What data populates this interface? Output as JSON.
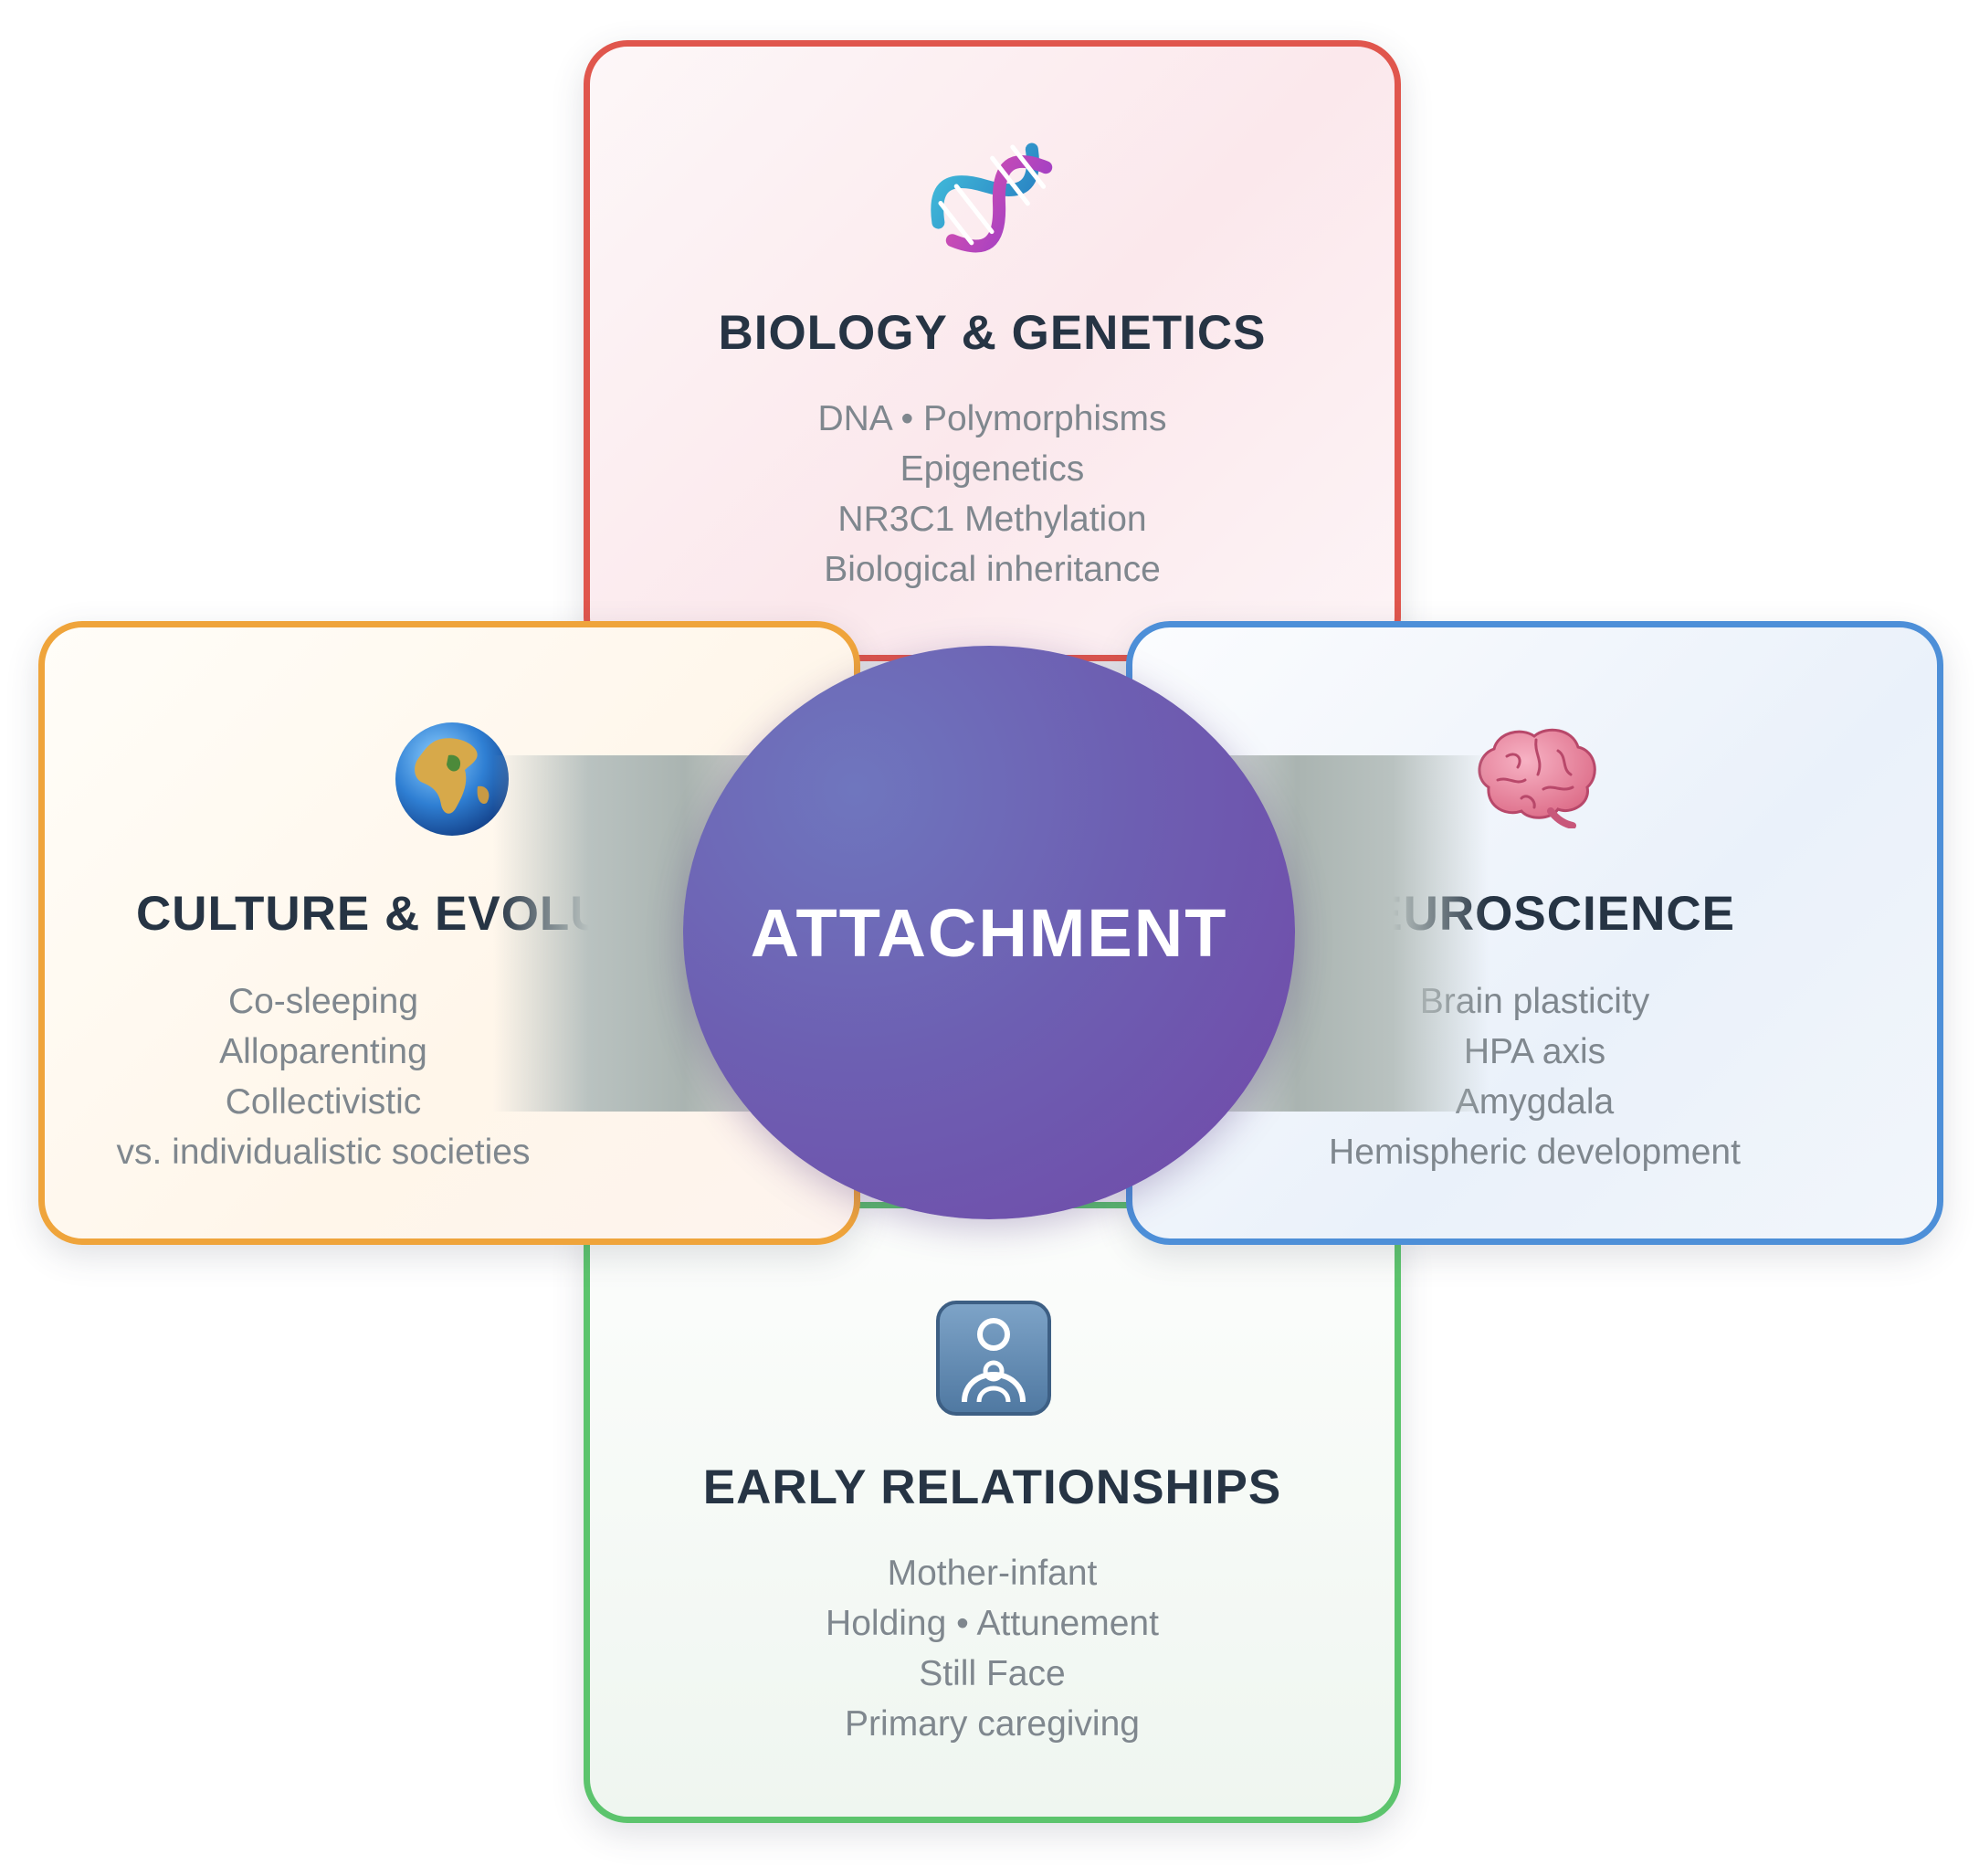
{
  "hub": {
    "label": "ATTACHMENT",
    "color": "#6d5fb2"
  },
  "cards": {
    "top": {
      "title": "BIOLOGY & GENETICS",
      "icon": "dna-icon",
      "border_color": "#e0564d",
      "lines": [
        "DNA • Polymorphisms",
        "Epigenetics",
        "NR3C1 Methylation",
        "Biological inheritance"
      ]
    },
    "left": {
      "title": "CULTURE & EVOLUTI",
      "icon": "globe-icon",
      "border_color": "#efa43b",
      "lines": [
        "Co-sleeping",
        "Alloparenting",
        "Collectivistic",
        "vs. individualistic societies"
      ]
    },
    "right": {
      "title": "NEUROSCIENCE",
      "icon": "brain-icon",
      "border_color": "#4d8fd8",
      "lines": [
        "Brain plasticity",
        "HPA axis",
        "Amygdala",
        "Hemispheric development"
      ]
    },
    "bottom": {
      "title": "EARLY RELATIONSHIPS",
      "icon": "mother-infant-icon",
      "border_color": "#5cc46d",
      "lines": [
        "Mother-infant",
        "Holding • Attunement",
        "Still Face",
        "Primary caregiving"
      ]
    }
  }
}
